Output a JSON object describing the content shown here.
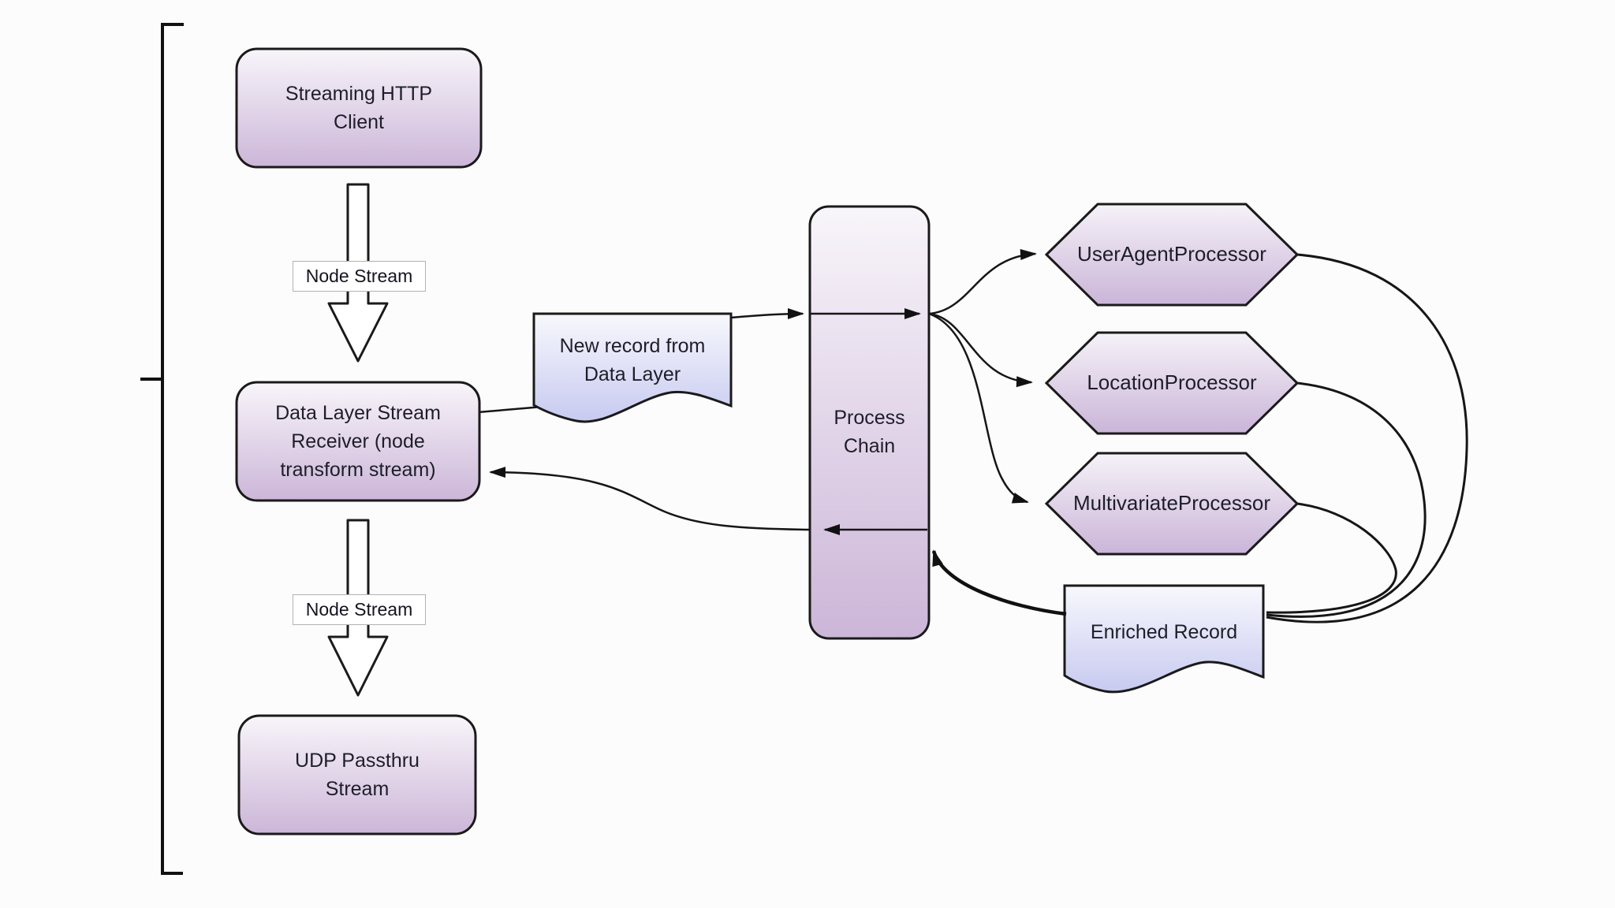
{
  "diagram": {
    "nodes": {
      "streaming_http_client": {
        "label": "Streaming HTTP Client",
        "shape": "rounded-rect"
      },
      "data_layer_stream_receiver": {
        "label": "Data Layer Stream Receiver (node transform stream)",
        "shape": "rounded-rect"
      },
      "udp_passthru_stream": {
        "label": "UDP Passthru Stream",
        "shape": "rounded-rect"
      },
      "new_record_document": {
        "label": "New record from Data Layer",
        "shape": "document"
      },
      "process_chain": {
        "label": "Process Chain",
        "shape": "rounded-rect"
      },
      "user_agent_processor": {
        "label": "UserAgentProcessor",
        "shape": "hexagon"
      },
      "location_processor": {
        "label": "LocationProcessor",
        "shape": "hexagon"
      },
      "multivariate_processor": {
        "label": "MultivariateProcessor",
        "shape": "hexagon"
      },
      "enriched_record_document": {
        "label": "Enriched Record",
        "shape": "document"
      }
    },
    "edge_labels": {
      "node_stream_1": "Node Stream",
      "node_stream_2": "Node Stream"
    },
    "colors": {
      "background": "#fcfcfd",
      "node_fill_top": "#f8f5fa",
      "node_fill_bottom": "#ccb6d8",
      "document_fill_top": "#f8f8fd",
      "document_fill_bottom": "#c7caf0",
      "outline": "#1a1a1a",
      "text": "#1e1e2a",
      "edge_label_border": "#b2b2b2"
    }
  }
}
